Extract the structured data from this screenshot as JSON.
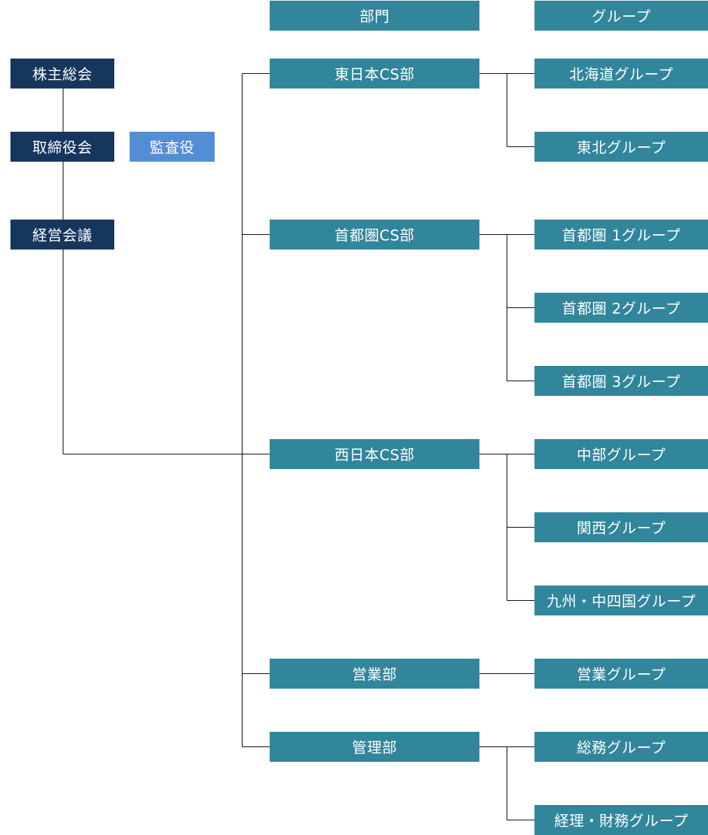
{
  "headers": {
    "department": "部門",
    "group": "グループ"
  },
  "executive": {
    "shareholders": "株主総会",
    "board": "取締役会",
    "auditor": "監査役",
    "management_meeting": "経営会議"
  },
  "departments": [
    {
      "label": "東日本CS部",
      "groups": [
        "北海道グループ",
        "東北グループ"
      ]
    },
    {
      "label": "首都圏CS部",
      "groups": [
        "首都圏 1グループ",
        "首都圏 2グループ",
        "首都圏 3グループ"
      ]
    },
    {
      "label": "西日本CS部",
      "groups": [
        "中部グループ",
        "関西グループ",
        "九州・中四国グループ"
      ]
    },
    {
      "label": "営業部",
      "groups": [
        "営業グループ"
      ]
    },
    {
      "label": "管理部",
      "groups": [
        "総務グループ",
        "経理・財務グループ"
      ]
    }
  ],
  "colors": {
    "executive": "#17365d",
    "auditor": "#538dd5",
    "unit": "#31869b",
    "line": "#000000",
    "text": "#ffffff"
  }
}
